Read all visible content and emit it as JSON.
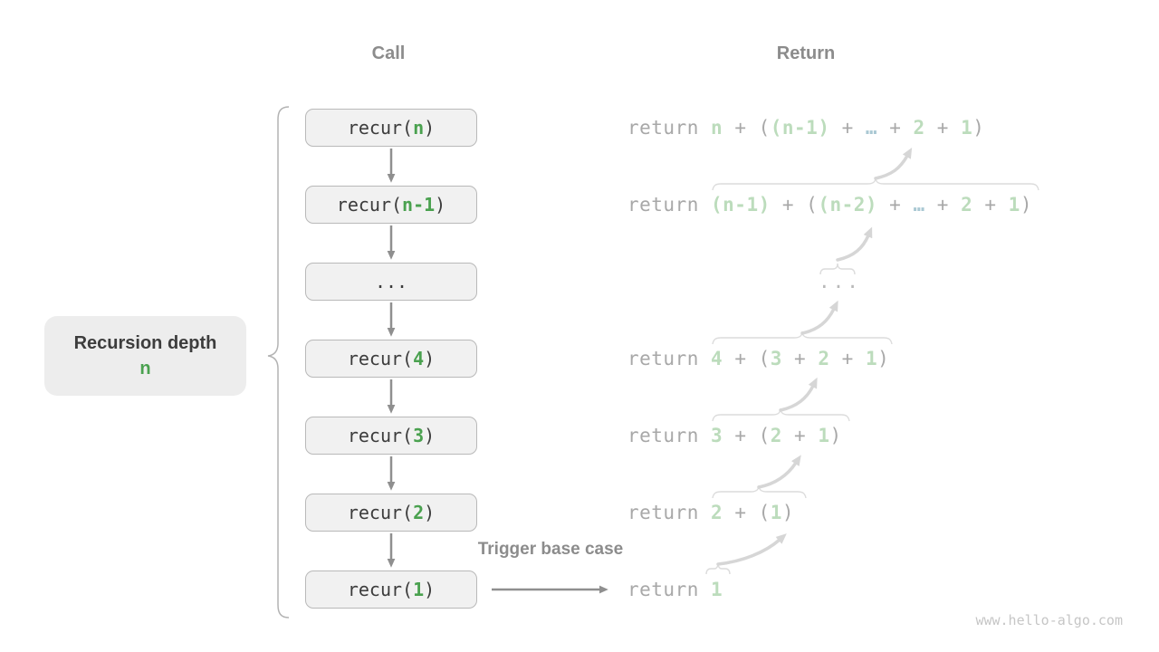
{
  "headers": {
    "call": "Call",
    "return": "Return"
  },
  "call_column": {
    "boxes": [
      {
        "parts": [
          {
            "text": "recur(",
            "color": "plain"
          },
          {
            "text": "n",
            "color": "accent"
          },
          {
            "text": ")",
            "color": "plain"
          }
        ]
      },
      {
        "parts": [
          {
            "text": "recur(",
            "color": "plain"
          },
          {
            "text": "n-1",
            "color": "accent"
          },
          {
            "text": ")",
            "color": "plain"
          }
        ]
      },
      {
        "parts": [
          {
            "text": "...",
            "color": "plain"
          }
        ]
      },
      {
        "parts": [
          {
            "text": "recur(",
            "color": "plain"
          },
          {
            "text": "4",
            "color": "accent"
          },
          {
            "text": ")",
            "color": "plain"
          }
        ]
      },
      {
        "parts": [
          {
            "text": "recur(",
            "color": "plain"
          },
          {
            "text": "3",
            "color": "accent"
          },
          {
            "text": ")",
            "color": "plain"
          }
        ]
      },
      {
        "parts": [
          {
            "text": "recur(",
            "color": "plain"
          },
          {
            "text": "2",
            "color": "accent"
          },
          {
            "text": ")",
            "color": "plain"
          }
        ]
      },
      {
        "parts": [
          {
            "text": "recur(",
            "color": "plain"
          },
          {
            "text": "1",
            "color": "accent"
          },
          {
            "text": ")",
            "color": "plain"
          }
        ]
      }
    ]
  },
  "return_column": {
    "rows": [
      {
        "tokens": [
          {
            "text": "return ",
            "color": "gray"
          },
          {
            "text": "n",
            "color": "green"
          },
          {
            "text": " + (",
            "color": "gray"
          },
          {
            "text": "(n-1)",
            "color": "green"
          },
          {
            "text": " + ",
            "color": "gray"
          },
          {
            "text": "…",
            "color": "blue"
          },
          {
            "text": " + ",
            "color": "gray"
          },
          {
            "text": "2",
            "color": "green"
          },
          {
            "text": " + ",
            "color": "gray"
          },
          {
            "text": "1",
            "color": "green"
          },
          {
            "text": ")",
            "color": "gray"
          }
        ]
      },
      {
        "tokens": [
          {
            "text": "return ",
            "color": "gray"
          },
          {
            "text": "(n-1)",
            "color": "green"
          },
          {
            "text": " + (",
            "color": "gray"
          },
          {
            "text": "(n-2)",
            "color": "green"
          },
          {
            "text": " + ",
            "color": "gray"
          },
          {
            "text": "…",
            "color": "blue"
          },
          {
            "text": " + ",
            "color": "gray"
          },
          {
            "text": "2",
            "color": "green"
          },
          {
            "text": " + ",
            "color": "gray"
          },
          {
            "text": "1",
            "color": "green"
          },
          {
            "text": ")",
            "color": "gray"
          }
        ]
      },
      {
        "tokens": [
          {
            "text": "...",
            "color": "dots"
          }
        ]
      },
      {
        "tokens": [
          {
            "text": "return ",
            "color": "gray"
          },
          {
            "text": "4",
            "color": "green"
          },
          {
            "text": " + (",
            "color": "gray"
          },
          {
            "text": "3",
            "color": "green"
          },
          {
            "text": " + ",
            "color": "gray"
          },
          {
            "text": "2",
            "color": "green"
          },
          {
            "text": " + ",
            "color": "gray"
          },
          {
            "text": "1",
            "color": "green"
          },
          {
            "text": ")",
            "color": "gray"
          }
        ]
      },
      {
        "tokens": [
          {
            "text": "return ",
            "color": "gray"
          },
          {
            "text": "3",
            "color": "green"
          },
          {
            "text": " + (",
            "color": "gray"
          },
          {
            "text": "2",
            "color": "green"
          },
          {
            "text": " + ",
            "color": "gray"
          },
          {
            "text": "1",
            "color": "green"
          },
          {
            "text": ")",
            "color": "gray"
          }
        ]
      },
      {
        "tokens": [
          {
            "text": "return ",
            "color": "gray"
          },
          {
            "text": "2",
            "color": "green"
          },
          {
            "text": " + (",
            "color": "gray"
          },
          {
            "text": "1",
            "color": "green"
          },
          {
            "text": ")",
            "color": "gray"
          }
        ]
      },
      {
        "tokens": [
          {
            "text": "return ",
            "color": "gray"
          },
          {
            "text": "1",
            "color": "green"
          }
        ]
      }
    ]
  },
  "labels": {
    "recursion_depth_title": "Recursion depth",
    "recursion_depth_value": "n",
    "trigger": "Trigger base case"
  },
  "watermark": "www.hello-algo.com",
  "colors": {
    "accent_green": "#4aa14f",
    "faded_green": "#bcdcbc",
    "faded_blue": "#a9c8d3",
    "code_gray": "#a8a8a8",
    "heading_gray": "#8c8c8c",
    "box_fill": "#f1f1f1",
    "box_border": "#b9b9b9",
    "arrow_gray": "#8f8f8f",
    "merge_arrow_gray": "#d6d6d6"
  }
}
